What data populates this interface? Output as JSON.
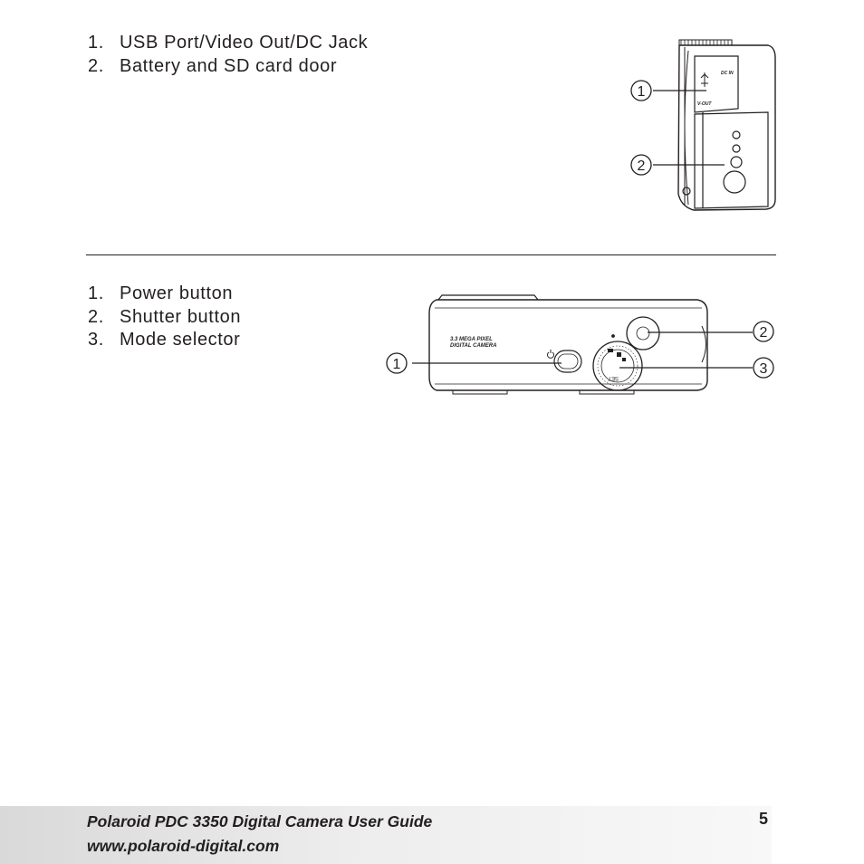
{
  "section1": {
    "items": [
      {
        "num": "1.",
        "label": "USB Port/Video Out/DC Jack"
      },
      {
        "num": "2.",
        "label": "Battery and SD card door"
      }
    ],
    "figure": {
      "callouts": [
        "1",
        "2"
      ],
      "port_labels": {
        "dc": "DC IN",
        "vout": "V-OUT"
      }
    }
  },
  "section2": {
    "items": [
      {
        "num": "1.",
        "label": "Power button"
      },
      {
        "num": "2.",
        "label": "Shutter button"
      },
      {
        "num": "3.",
        "label": "Mode selector"
      }
    ],
    "figure": {
      "callouts": [
        "1",
        "2",
        "3"
      ],
      "camera_text_line1": "3.3 MEGA PIXEL",
      "camera_text_line2": "DIGITAL CAMERA",
      "dial_label": "SET"
    }
  },
  "footer": {
    "title": "Polaroid PDC 3350 Digital Camera User Guide",
    "url": "www.polaroid-digital.com",
    "page_number": "5"
  }
}
